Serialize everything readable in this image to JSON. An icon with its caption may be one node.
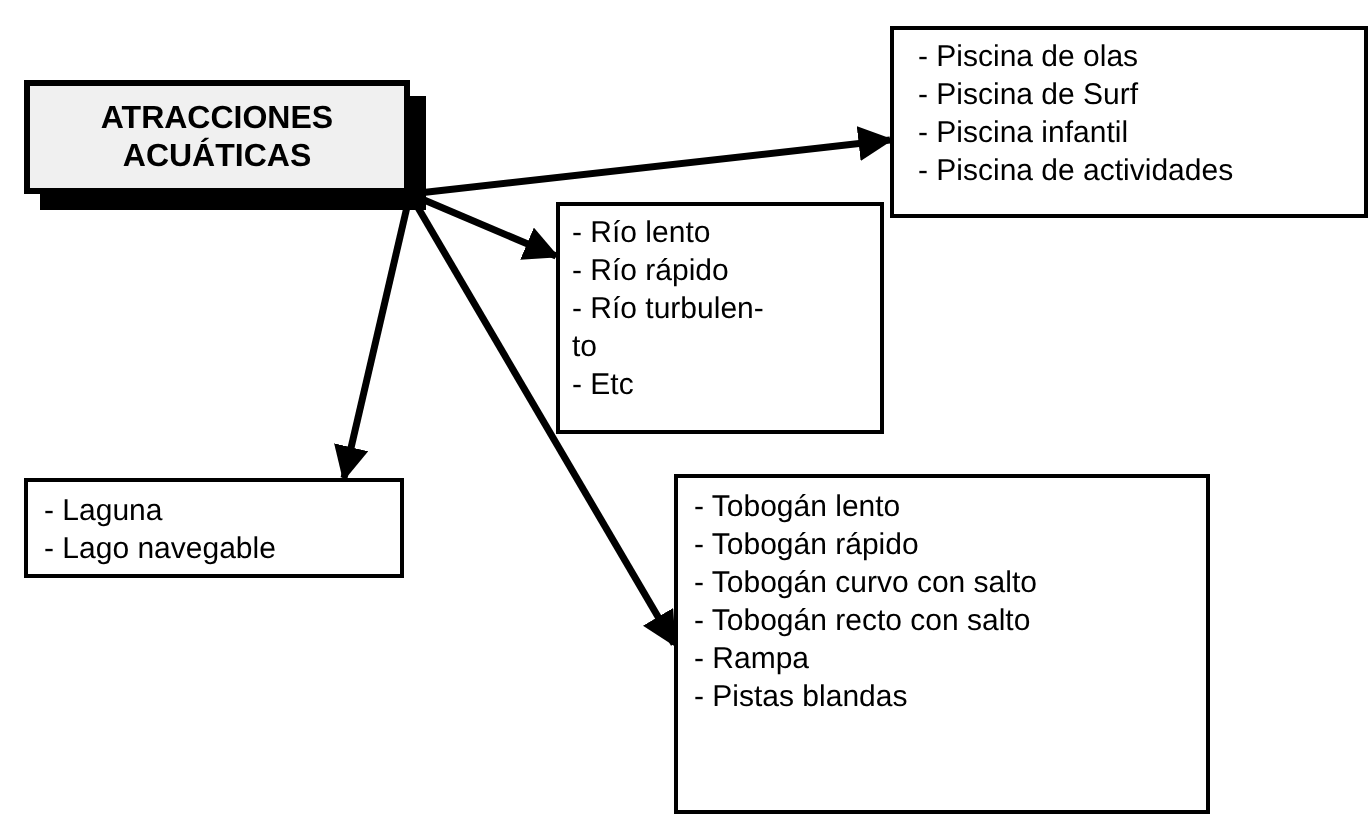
{
  "diagram": {
    "nodes": [
      {
        "text": [
          "ATRACCIONES ACUÁTICAS"
        ]
      },
      {
        "text": [
          "- Piscina de olas",
          "- Piscina de Surf",
          "- Piscina infantil",
          "- Piscina de actividades"
        ]
      },
      {
        "text": [
          "- Río lento",
          "- Río rápido",
          "- Río turbulen- to",
          "- Etc"
        ]
      },
      {
        "text": [
          "- Laguna",
          "- Lago navegable"
        ]
      },
      {
        "text": [
          "- Tobogán lento",
          "- Tobogán rápido",
          "- Tobogán curvo con salto",
          "- Tobogán recto con salto",
          "- Rampa",
          "- Pistas blandas"
        ]
      }
    ],
    "edges": [
      {
        "from": 0,
        "to": 1,
        "arrow": "to"
      },
      {
        "from": 0,
        "to": 2,
        "arrow": "to"
      },
      {
        "from": 0,
        "to": 3,
        "arrow": "to"
      },
      {
        "from": 0,
        "to": 4,
        "arrow": "to"
      }
    ]
  }
}
